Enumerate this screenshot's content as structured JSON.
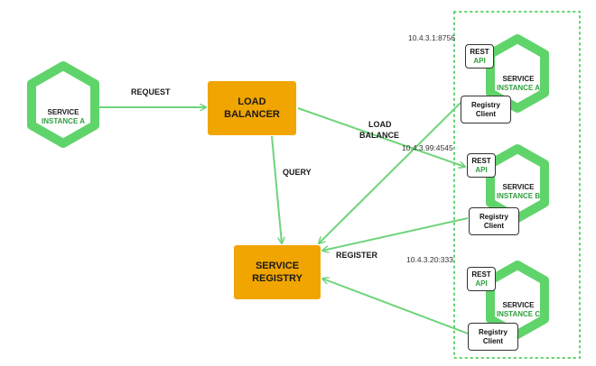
{
  "client": {
    "line1": "SERVICE",
    "line2": "INSTANCE A"
  },
  "load_balancer": {
    "line1": "LOAD",
    "line2": "BALANCER"
  },
  "registry": {
    "line1": "SERVICE",
    "line2": "REGISTRY"
  },
  "edges": {
    "request": "REQUEST",
    "load_balance_1": "LOAD",
    "load_balance_2": "BALANCE",
    "query": "QUERY",
    "register": "REGISTER"
  },
  "instances": [
    {
      "ip": "10.4.3.1:8756",
      "rest_1": "REST",
      "rest_2": "API",
      "svc_1": "SERVICE",
      "svc_2": "INSTANCE A",
      "reg_1": "Registry",
      "reg_2": "Client"
    },
    {
      "ip": "10.4.3.99:4545",
      "rest_1": "REST",
      "rest_2": "API",
      "svc_1": "SERVICE",
      "svc_2": "INSTANCE B",
      "reg_1": "Registry",
      "reg_2": "Client"
    },
    {
      "ip": "10.4.3.20:333",
      "rest_1": "REST",
      "rest_2": "API",
      "svc_1": "SERVICE",
      "svc_2": "INSTANCE C",
      "reg_1": "Registry",
      "reg_2": "Client"
    }
  ],
  "colors": {
    "green": "#5fd46b",
    "green_dark": "#2e9e3c",
    "orange": "#f0a500",
    "arrow": "#6ed47a"
  }
}
